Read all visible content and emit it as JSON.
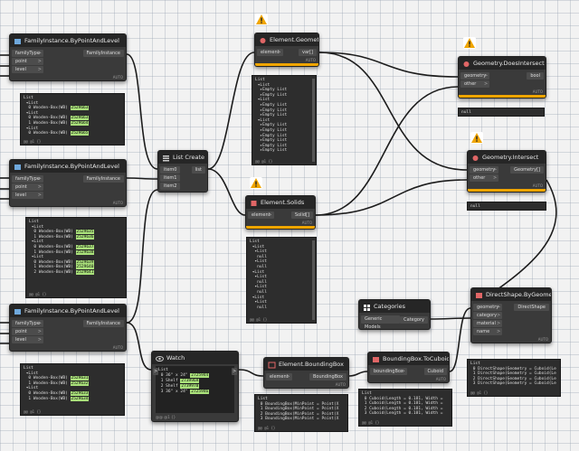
{
  "nodes": {
    "fi1": {
      "title": "FamilyInstance.ByPointAndLevel",
      "inputs": [
        "familyType",
        "point",
        "level"
      ],
      "output": "FamilyInstance"
    },
    "fi2": {
      "title": "FamilyInstance.ByPointAndLevel",
      "inputs": [
        "familyType",
        "point",
        "level"
      ],
      "output": "FamilyInstance"
    },
    "fi3": {
      "title": "FamilyInstance.ByPointAndLevel",
      "inputs": [
        "familyType",
        "point",
        "level"
      ],
      "output": "FamilyInstance"
    },
    "listCreate": {
      "title": "List Create",
      "inputs": [
        "item0",
        "item1",
        "item2"
      ],
      "output": "list"
    },
    "geometry": {
      "title": "Element.Geometry",
      "inputs": [
        "element"
      ],
      "output": "var[]"
    },
    "solids": {
      "title": "Element.Solids",
      "inputs": [
        "element"
      ],
      "output": "Solid[]"
    },
    "doesIntersect": {
      "title": "Geometry.DoesIntersect",
      "inputs": [
        "geometry",
        "other"
      ],
      "output": "bool"
    },
    "intersect": {
      "title": "Geometry.Intersect",
      "inputs": [
        "geometry",
        "other"
      ],
      "output": "Geometry[]"
    },
    "categories": {
      "title": "Categories",
      "selected": "Generic Models",
      "output": "Category"
    },
    "directShape": {
      "title": "DirectShape.ByGeometry",
      "inputs": [
        "geometry",
        "category",
        "material",
        "name"
      ],
      "output": "DirectShape"
    },
    "watch": {
      "title": "Watch",
      "input": ">",
      "output": ">"
    },
    "bbox": {
      "title": "Element.BoundingBox",
      "inputs": [
        "element"
      ],
      "output": "BoundingBox"
    },
    "cuboid": {
      "title": "BoundingBox.ToCuboid",
      "inputs": [
        "boundingBox"
      ],
      "output": "Cuboid"
    }
  },
  "labels": {
    "auto": "AUTO",
    "list": "List",
    "null": "null",
    "emptyList": "Empty List",
    "foot": "@@ @1 {}",
    "nullResult": "null",
    "nullResult2": "null"
  },
  "previews": {
    "fi1": [
      {
        "idx": "0",
        "text": "Wooden-Box(WB)",
        "id": "2529663"
      },
      {
        "idx": "0",
        "text": "Wooden-Box(WB)",
        "id": "2529663"
      },
      {
        "idx": "1",
        "text": "Wooden-Box(WB)",
        "id": "2529664"
      },
      {
        "idx": "0",
        "text": "Wooden-Box(WB)",
        "id": "2529665"
      }
    ],
    "fi2": [
      {
        "idx": "0",
        "text": "Wooden-Box(WB)",
        "id": "2529635"
      },
      {
        "idx": "1",
        "text": "Wooden-Box(WB)",
        "id": "2529636"
      },
      {
        "idx": "0",
        "text": "Wooden-Box(WB)",
        "id": "2529637"
      },
      {
        "idx": "1",
        "text": "Wooden-Box(WB)",
        "id": "2529638"
      },
      {
        "idx": "0",
        "text": "Wooden-Box(WB)",
        "id": "2529639"
      },
      {
        "idx": "1",
        "text": "Wooden-Box(WB)",
        "id": "2529640"
      },
      {
        "idx": "2",
        "text": "Wooden-Box(WB)",
        "id": "2529641"
      }
    ],
    "fi3": [
      {
        "idx": "0",
        "text": "Wooden-Box(WB)",
        "id": "2529631"
      },
      {
        "idx": "1",
        "text": "Wooden-Box(WB)",
        "id": "2529632"
      },
      {
        "idx": "0",
        "text": "Wooden-Box(WB)",
        "id": "2529633"
      },
      {
        "idx": "1",
        "text": "Wooden-Box(WB)",
        "id": "2529634"
      }
    ],
    "watch": [
      {
        "idx": "0",
        "text": "36\" x 24\"",
        "id": "2725944"
      },
      {
        "idx": "1",
        "text": "Shelf",
        "id": "2739969"
      },
      {
        "idx": "2",
        "text": "Shelf",
        "id": "2739970"
      },
      {
        "idx": "3",
        "text": "36\" x 24\"",
        "id": "2725946"
      }
    ],
    "bbox": [
      "BoundingBox(MinPoint = Point(X",
      "BoundingBox(MinPoint = Point(X",
      "BoundingBox(MinPoint = Point(X",
      "BoundingBox(MinPoint = Point(X"
    ],
    "cuboid": [
      "Cuboid(Length = 0.181, Width =",
      "Cuboid(Length = 0.181, Width =",
      "Cuboid(Length = 0.181, Width =",
      "Cuboid(Length = 0.181, Width ="
    ],
    "directShape": [
      "DirectShape(Geometry = Cuboid(Le",
      "DirectShape(Geometry = Cuboid(Le",
      "DirectShape(Geometry = Cuboid(Le",
      "DirectShape(Geometry = Cuboid(Le"
    ]
  },
  "colors": {
    "warning": "#f0a500",
    "idHighlight": "#a9e07a",
    "nodeBody": "#3a3a3a",
    "nodeHeader": "#262626"
  }
}
